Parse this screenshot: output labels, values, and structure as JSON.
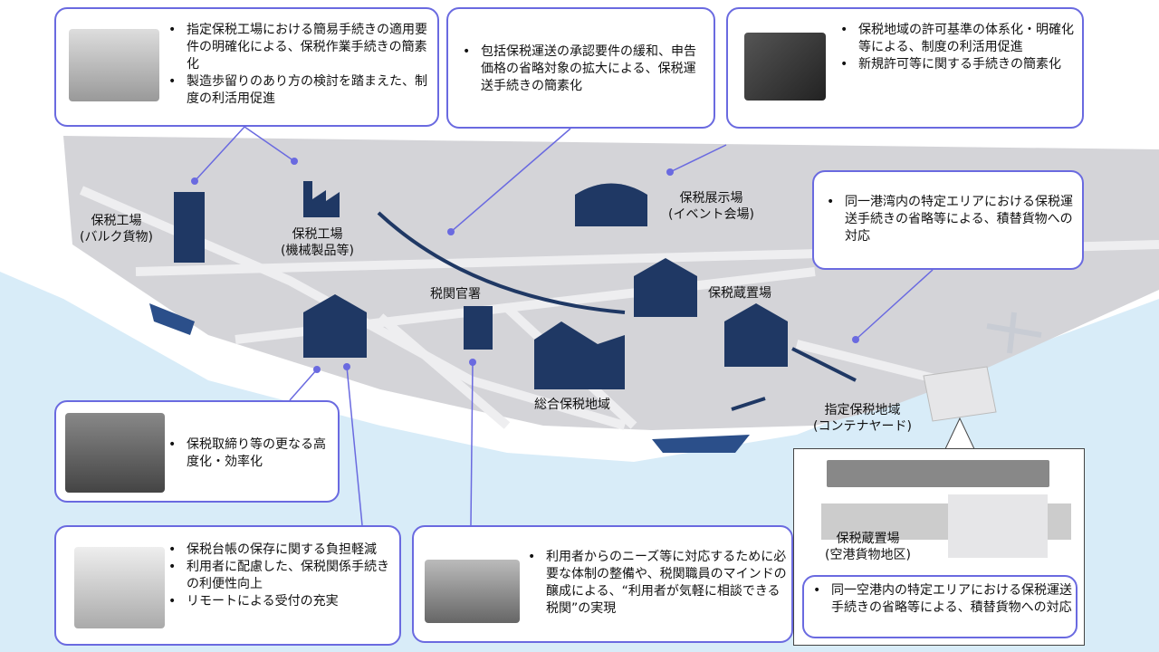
{
  "colors": {
    "border": "#6a6ae0",
    "icon": "#1f3864",
    "land": "#d4d4d8",
    "sea": "#d8ecf8",
    "arrow": "#1f3864"
  },
  "callouts": [
    {
      "id": "designated-factory",
      "items": [
        "指定保税工場における簡易手続きの適用要件の明確化による、保税作業手続きの簡素化",
        "製造歩留りのあり方の検討を踏まえた、制度の利活用促進"
      ]
    },
    {
      "id": "comprehensive-transport",
      "items": [
        "包括保税運送の承認要件の緩和、申告価格の省略対象の拡大による、保税運送手続きの簡素化"
      ]
    },
    {
      "id": "bonded-area-permit",
      "items": [
        "保税地域の許可基準の体系化・明確化等による、制度の利活用促進",
        "新規許可等に関する手続きの簡素化"
      ]
    },
    {
      "id": "port-area",
      "items": [
        "同一港湾内の特定エリアにおける保税運送手続きの省略等による、積替貨物への対応"
      ]
    },
    {
      "id": "control",
      "items": [
        "保税取締り等の更なる高度化・効率化"
      ]
    },
    {
      "id": "ledger",
      "items": [
        "保税台帳の保存に関する負担軽減",
        "利用者に配慮した、保税関係手続きの利便性向上",
        "リモートによる受付の充実"
      ]
    },
    {
      "id": "customs-consult",
      "items": [
        "利用者からのニーズ等に対応するために必要な体制の整備や、税関職員のマインドの醸成による、“利用者が気軽に相談できる税関”の実現"
      ]
    },
    {
      "id": "airport-area",
      "items": [
        "同一空港内の特定エリアにおける保税運送手続きの省略等による、積替貨物への対応"
      ]
    }
  ],
  "labels": {
    "factory_bulk": "保税工場\n(バルク貨物)",
    "factory_machine": "保税工場\n(機械製品等)",
    "exhibition": "保税展示場\n(イベント会場)",
    "customs_office": "税関官署",
    "warehouse": "保税蔵置場",
    "comprehensive": "総合保税地域",
    "designated": "指定保税地域\n(コンテナヤード)",
    "airport_warehouse": "保税蔵置場\n(空港貨物地区)"
  }
}
